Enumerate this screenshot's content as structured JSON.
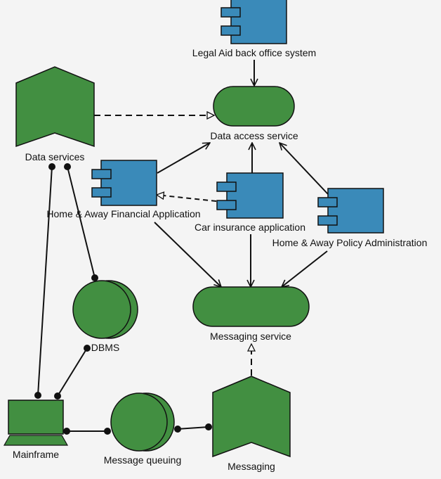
{
  "diagram": {
    "colors": {
      "component_fill": "#3a8ab9",
      "service_fill": "#428f41",
      "stroke": "#111111",
      "background": "#f4f4f4"
    },
    "nodes": {
      "legal_aid": {
        "label": "Legal Aid back office system",
        "type": "application-component"
      },
      "data_access_service": {
        "label": "Data access service",
        "type": "technology-service"
      },
      "data_services": {
        "label": "Data services",
        "type": "technology-function"
      },
      "home_away_financial": {
        "label": "Home & Away Financial Application",
        "type": "application-component"
      },
      "car_insurance": {
        "label": "Car insurance application",
        "type": "application-component"
      },
      "home_away_policy": {
        "label": "Home & Away Policy Administration",
        "type": "application-component"
      },
      "messaging_service": {
        "label": "Messaging service",
        "type": "technology-service"
      },
      "dbms": {
        "label": "DBMS",
        "type": "system-software"
      },
      "mainframe": {
        "label": "Mainframe",
        "type": "device"
      },
      "message_queuing": {
        "label": "Message queuing",
        "type": "system-software"
      },
      "messaging": {
        "label": "Messaging",
        "type": "technology-function"
      }
    },
    "edges": [
      {
        "from": "legal_aid",
        "to": "data_access_service",
        "type": "used-by"
      },
      {
        "from": "data_services",
        "to": "data_access_service",
        "type": "realization"
      },
      {
        "from": "home_away_financial",
        "to": "data_access_service",
        "type": "used-by"
      },
      {
        "from": "car_insurance",
        "to": "data_access_service",
        "type": "used-by"
      },
      {
        "from": "home_away_policy",
        "to": "data_access_service",
        "type": "used-by"
      },
      {
        "from": "car_insurance",
        "to": "home_away_financial",
        "type": "realization"
      },
      {
        "from": "home_away_financial",
        "to": "messaging_service",
        "type": "used-by"
      },
      {
        "from": "car_insurance",
        "to": "messaging_service",
        "type": "used-by"
      },
      {
        "from": "home_away_policy",
        "to": "messaging_service",
        "type": "used-by"
      },
      {
        "from": "messaging",
        "to": "messaging_service",
        "type": "realization"
      },
      {
        "from": "data_services",
        "to": "mainframe",
        "type": "assignment"
      },
      {
        "from": "data_services",
        "to": "dbms",
        "type": "assignment"
      },
      {
        "from": "dbms",
        "to": "mainframe",
        "type": "assignment"
      },
      {
        "from": "mainframe",
        "to": "message_queuing",
        "type": "assignment"
      },
      {
        "from": "message_queuing",
        "to": "messaging",
        "type": "assignment"
      }
    ]
  }
}
